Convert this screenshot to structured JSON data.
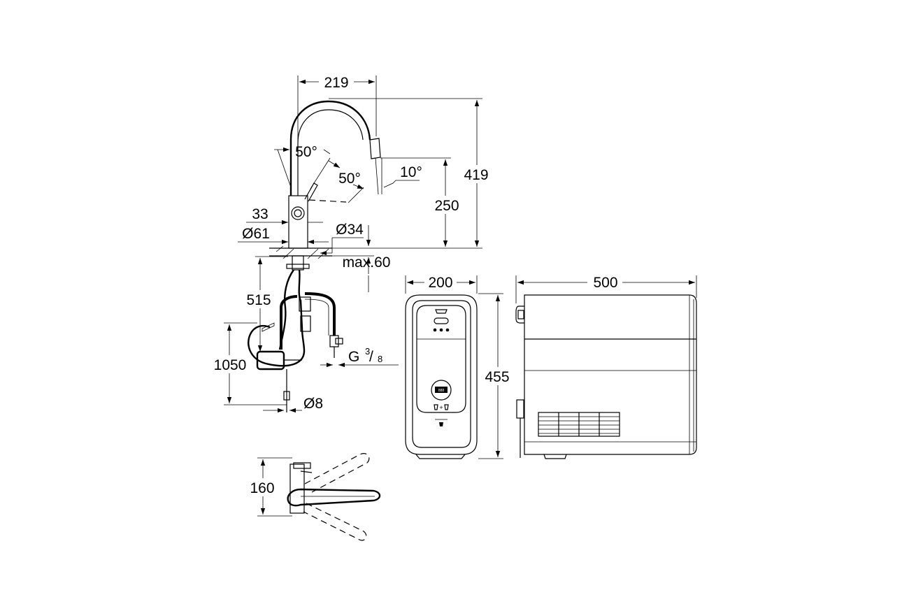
{
  "dimensions": {
    "spout_reach": "219",
    "total_height": "419",
    "spout_height": "250",
    "spray_angle": "10°",
    "lever_angle_left": "50°",
    "lever_angle_right": "50°",
    "lever_offset": "33",
    "base_diameter": "Ø61",
    "hole_diameter": "Ø34",
    "max_deck": "max.60",
    "hose_length": "515",
    "supply_length": "1050",
    "connection_thread": "G",
    "thread_num": "3",
    "thread_den": "8",
    "pipe_diameter": "Ø8",
    "top_view_depth": "160",
    "chiller_width": "200",
    "chiller_height": "455",
    "chiller_depth": "500"
  },
  "chiller_panel": {
    "display_text": "888"
  },
  "colors": {
    "line": "#000000",
    "background": "#ffffff"
  }
}
